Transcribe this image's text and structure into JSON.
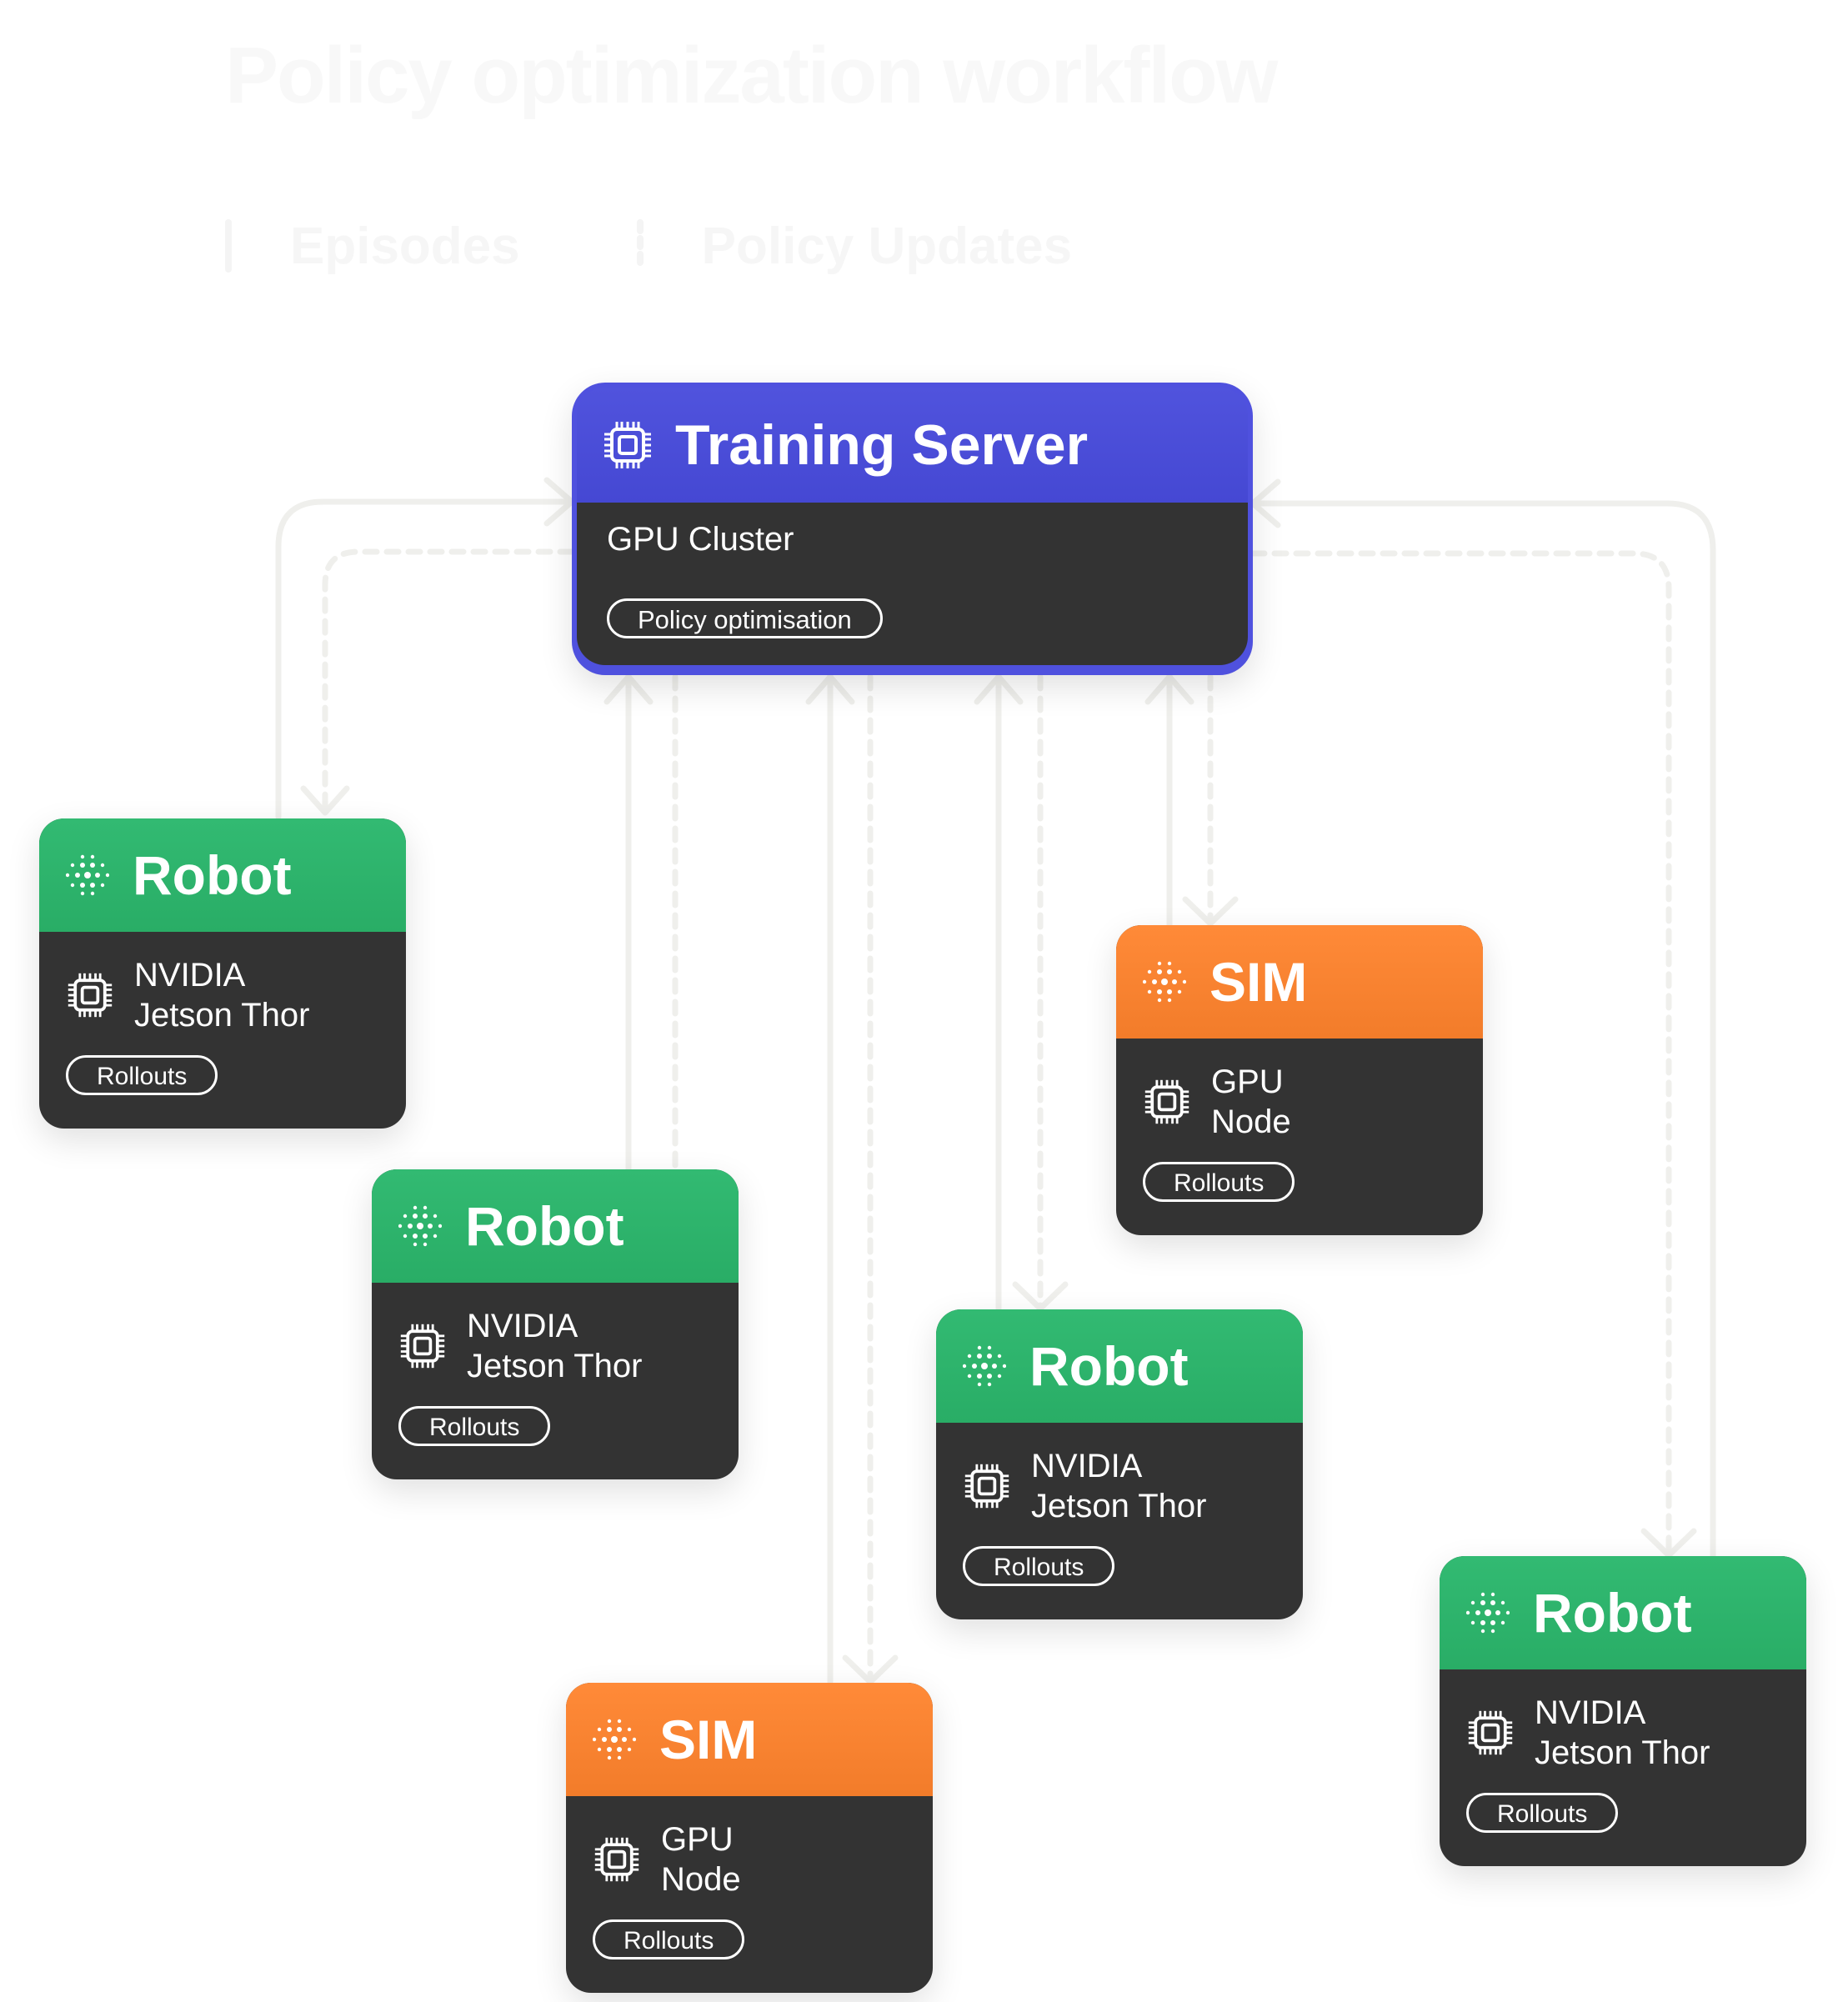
{
  "title": "Policy optimization workflow",
  "legend": [
    {
      "label": "Episodes",
      "style": "solid"
    },
    {
      "label": "Policy Updates",
      "style": "dashed"
    }
  ],
  "colors": {
    "server": "#4f51de",
    "robot": "#2db46b",
    "sim": "#f88431",
    "card_body": "#333333",
    "connector": "#ededed"
  },
  "server": {
    "title": "Training Server",
    "subtitle": "GPU Cluster",
    "badge": "Policy optimisation",
    "icon": "chip-icon"
  },
  "nodes": [
    {
      "type": "robot",
      "title": "Robot",
      "device": [
        "NVIDIA",
        "Jetson Thor"
      ],
      "badge": "Rollouts",
      "header_icon": "dot-grid-icon",
      "device_icon": "chip-icon"
    },
    {
      "type": "robot",
      "title": "Robot",
      "device": [
        "NVIDIA",
        "Jetson Thor"
      ],
      "badge": "Rollouts",
      "header_icon": "dot-grid-icon",
      "device_icon": "chip-icon"
    },
    {
      "type": "sim",
      "title": "SIM",
      "device": [
        "GPU",
        "Node"
      ],
      "badge": "Rollouts",
      "header_icon": "dot-grid-icon",
      "device_icon": "chip-icon"
    },
    {
      "type": "robot",
      "title": "Robot",
      "device": [
        "NVIDIA",
        "Jetson Thor"
      ],
      "badge": "Rollouts",
      "header_icon": "dot-grid-icon",
      "device_icon": "chip-icon"
    },
    {
      "type": "sim",
      "title": "SIM",
      "device": [
        "GPU",
        "Node"
      ],
      "badge": "Rollouts",
      "header_icon": "dot-grid-icon",
      "device_icon": "chip-icon"
    },
    {
      "type": "robot",
      "title": "Robot",
      "device": [
        "NVIDIA",
        "Jetson Thor"
      ],
      "badge": "Rollouts",
      "header_icon": "dot-grid-icon",
      "device_icon": "chip-icon"
    }
  ]
}
